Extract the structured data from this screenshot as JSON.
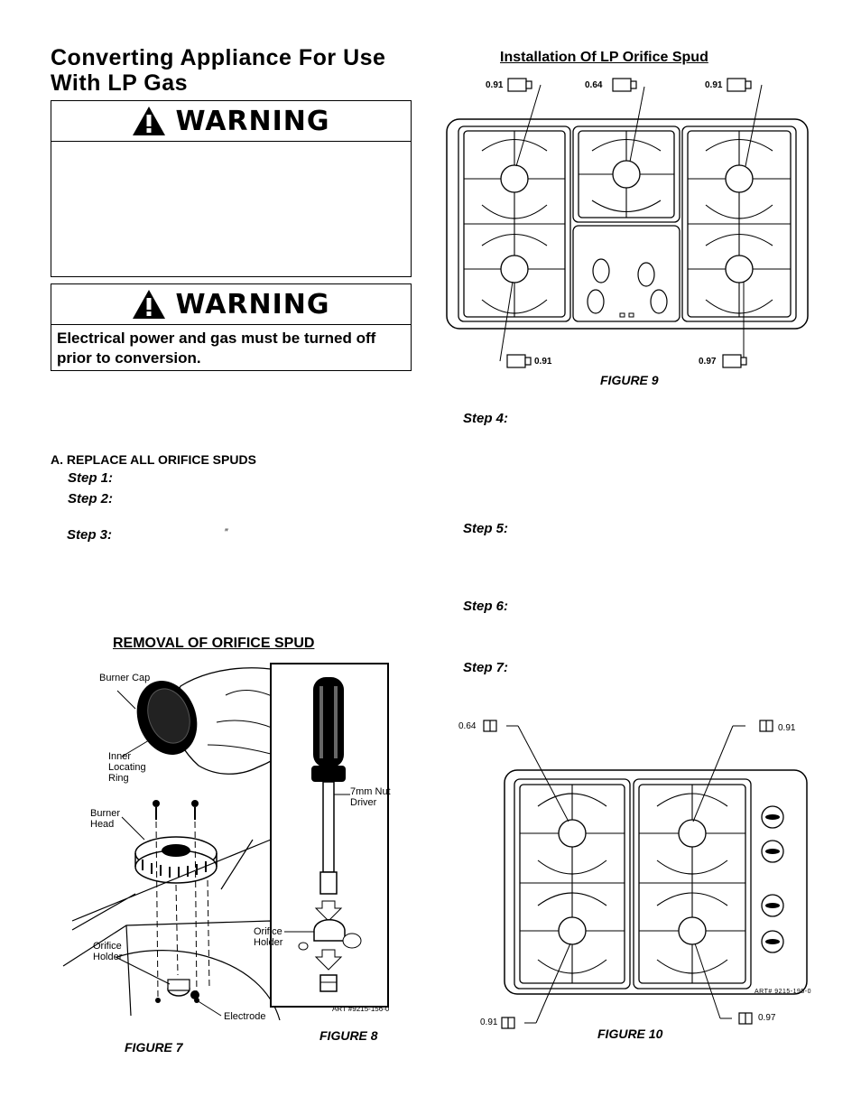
{
  "page": {
    "title_line1": "Converting Appliance For Use",
    "title_line2": "With LP Gas"
  },
  "warnings": [
    {
      "heading": "WARNING",
      "body": ""
    },
    {
      "heading": "WARNING",
      "body": "Electrical power and gas must be turned off prior to conversion."
    }
  ],
  "section_a": {
    "heading": "A. REPLACE ALL ORIFICE SPUDS",
    "steps": [
      "Step 1:",
      "Step 2:",
      "Step 3:"
    ],
    "step3_mark": "″"
  },
  "right_steps": [
    "Step 4:",
    "Step 5:",
    "Step 6:",
    "Step 7:"
  ],
  "figure7": {
    "title": "REMOVAL OF ORIFICE SPUD",
    "caption": "FIGURE 7",
    "labels": {
      "burner_cap": "Burner Cap",
      "inner_ring": "Inner Locating Ring",
      "burner_head": "Burner Head",
      "orifice_holder": "Orifice Holder",
      "electrode": "Electrode"
    }
  },
  "figure8": {
    "caption": "FIGURE 8",
    "nut_driver": "7mm Nut Driver",
    "orifice_holder": "Orifice Holder",
    "art": "ART #9215-156-0"
  },
  "figure9": {
    "title": "Installation Of LP Orifice Spud",
    "caption": "FIGURE 9",
    "spuds": {
      "top_left": "0.91",
      "top_center": "0.64",
      "top_right": "0.91",
      "bottom_left": "0.91",
      "bottom_right": "0.97"
    }
  },
  "figure10": {
    "caption": "FIGURE 10",
    "art": "ART# 9215-195-0",
    "spuds": {
      "top_left": "0.64",
      "top_right": "0.91",
      "bottom_left": "0.91",
      "bottom_right": "0.97"
    }
  },
  "colors": {
    "ink": "#000000",
    "paper": "#ffffff"
  }
}
